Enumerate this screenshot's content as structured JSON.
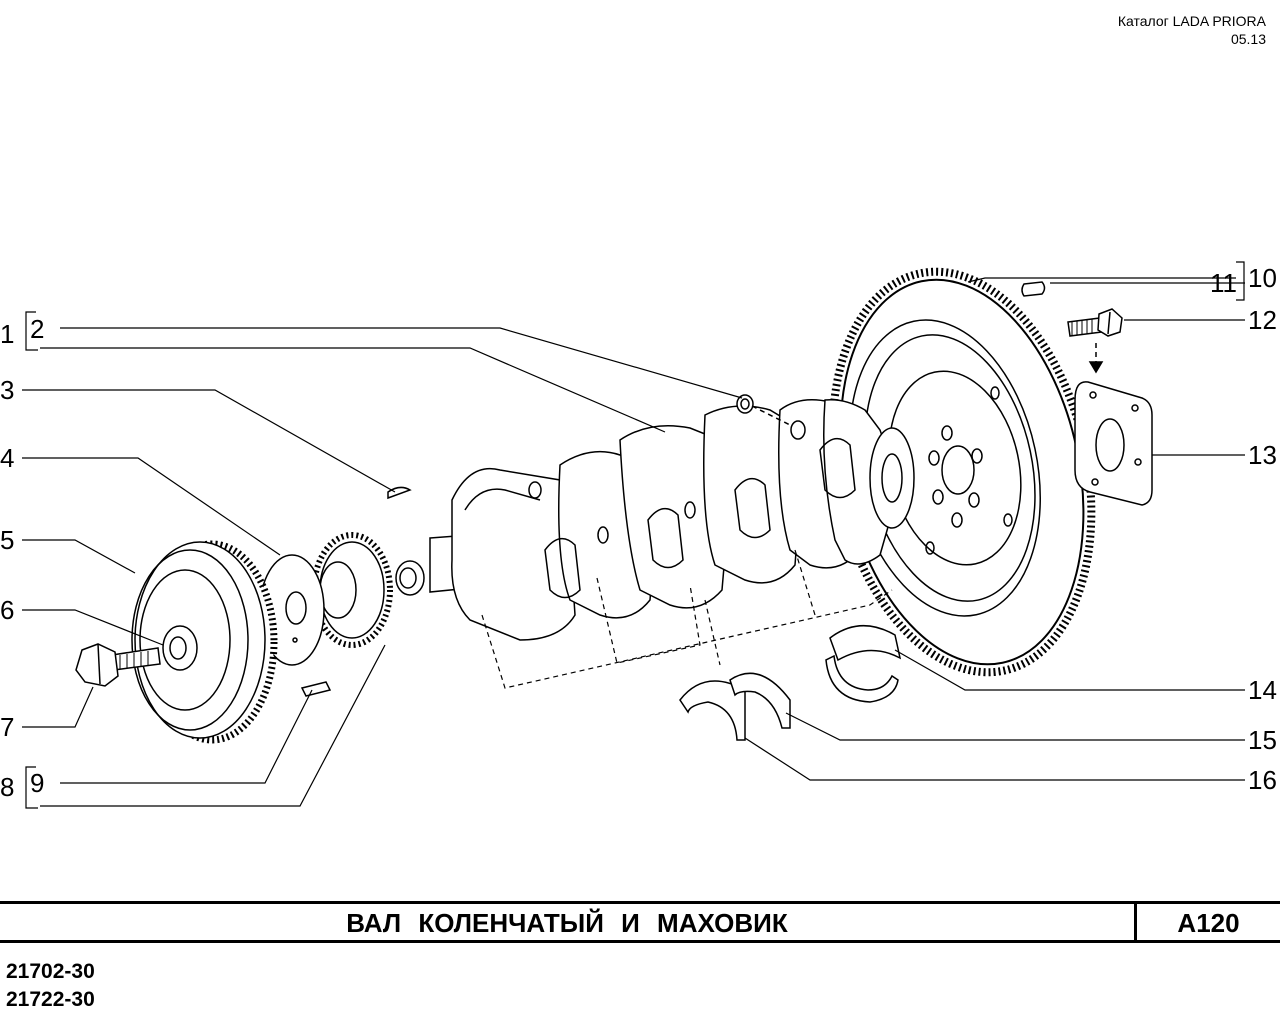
{
  "header": {
    "catalog": "Каталог  LADA  PRIORA",
    "date": "05.13"
  },
  "title": "ВАЛ  КОЛЕНЧАТЫЙ  И  МАХОВИК",
  "page_code": "А120",
  "models": [
    "21702-30",
    "21722-30"
  ],
  "callouts": {
    "c1": "1",
    "c2": "2",
    "c3": "3",
    "c4": "4",
    "c5": "5",
    "c6": "6",
    "c7": "7",
    "c8": "8",
    "c9": "9",
    "c10": "10",
    "c11": "11",
    "c12": "12",
    "c13": "13",
    "c14": "14",
    "c15": "15",
    "c16": "16"
  }
}
